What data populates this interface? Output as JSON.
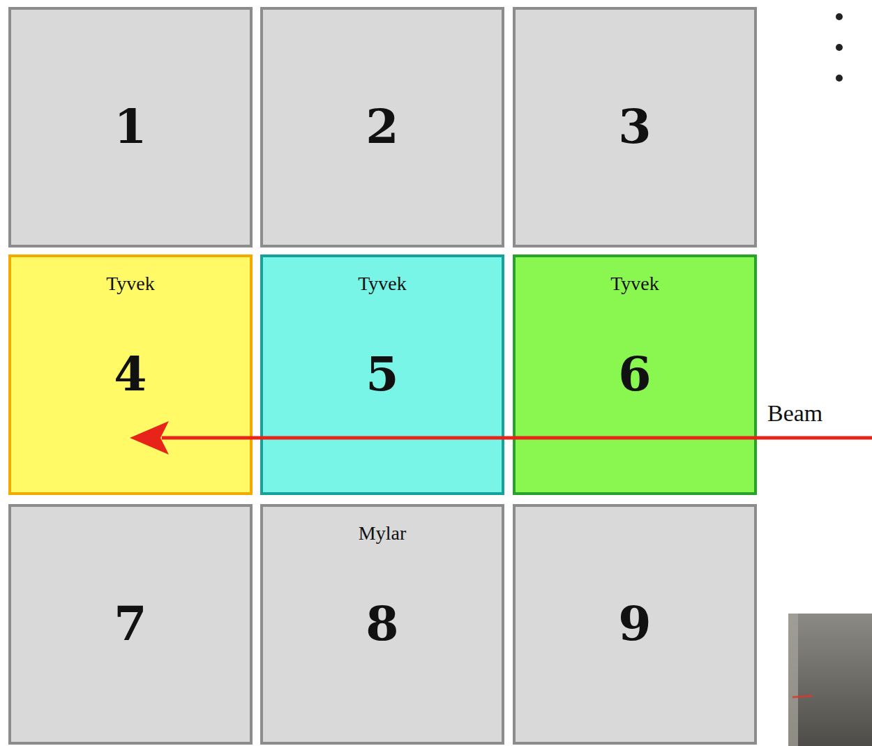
{
  "diagram": {
    "nodes": [
      {
        "text": [
          "1"
        ]
      },
      {
        "text": [
          "2"
        ]
      },
      {
        "text": [
          "3"
        ]
      },
      {
        "text": [
          "Tyvek",
          "4"
        ]
      },
      {
        "text": [
          "Tyvek",
          "5"
        ]
      },
      {
        "text": [
          "Tyvek",
          "6"
        ]
      },
      {
        "text": [
          "7"
        ]
      },
      {
        "text": [
          "Mylar",
          "8"
        ]
      },
      {
        "text": [
          "9"
        ]
      }
    ],
    "labels": [
      "Beam"
    ]
  }
}
